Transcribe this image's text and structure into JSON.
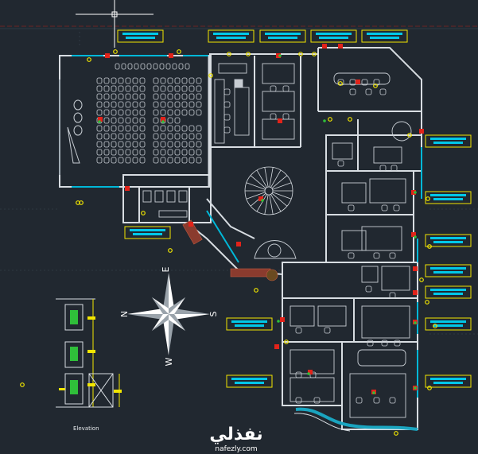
{
  "drawing": {
    "elevation_label": "Elevation",
    "compass": {
      "north": "N",
      "south": "S",
      "east": "E",
      "west": "W"
    },
    "watermark": {
      "arabic": "نفذلي",
      "latin": "nafezly.com"
    }
  },
  "colors": {
    "background": "#212830",
    "walls": "#d8dde2",
    "furniture": "#c7cdd3",
    "tag_border": "#f2e600",
    "tag_fill": "#00c8e8",
    "red_marker": "#e2231a",
    "yellow_marker": "#f2e600",
    "green_marker": "#2fbf3a",
    "hatch": "#8a3b2e",
    "grid_line": "#5a2a2a"
  }
}
